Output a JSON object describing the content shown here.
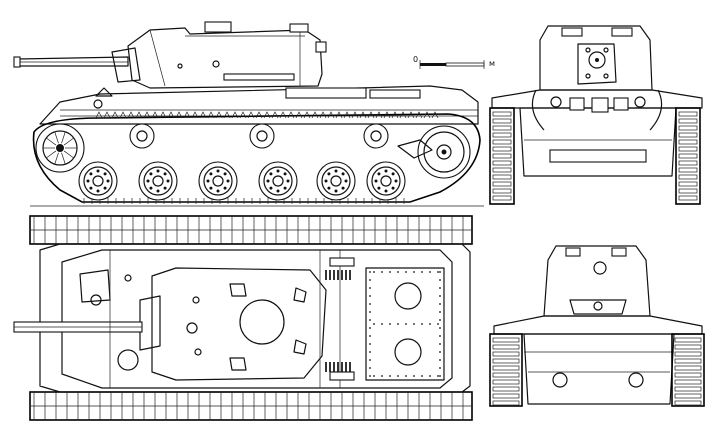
{
  "scale_bar": {
    "start_label": "0",
    "unit_label": "м"
  },
  "views": [
    {
      "id": "side"
    },
    {
      "id": "rear"
    },
    {
      "id": "top"
    },
    {
      "id": "front"
    }
  ]
}
